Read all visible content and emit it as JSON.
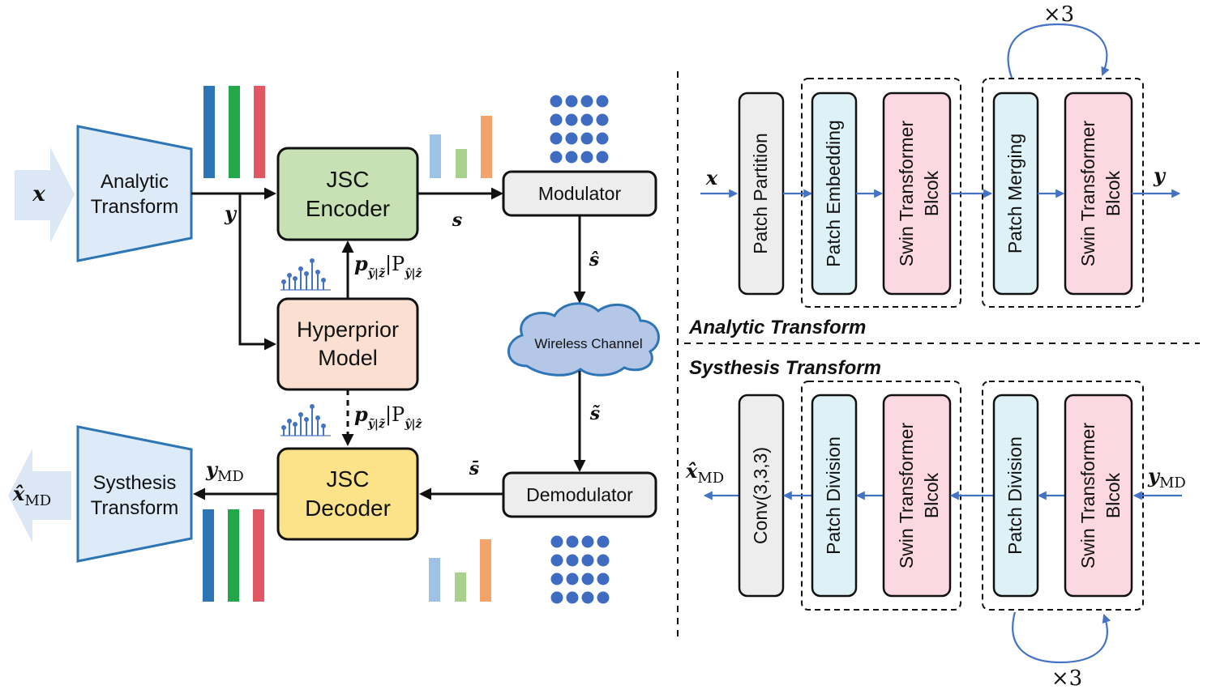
{
  "left": {
    "input_symbol": "x",
    "analytic_transform": [
      "Analytic",
      "Transform"
    ],
    "y_label": "y",
    "jsc_encoder": [
      "JSC",
      "Encoder"
    ],
    "s_label": "s",
    "modulator": "Modulator",
    "s_hat_label": "ŝ",
    "wireless_channel": "Wireless Channel",
    "s_tilde_label": "s̃",
    "demodulator": "Demodulator",
    "s_bar_label": "s̄",
    "jsc_decoder": [
      "JSC",
      "Decoder"
    ],
    "y_md_label": "y",
    "y_md_sub": "MD",
    "synthesis_transform": [
      "Systhesis",
      "Transform"
    ],
    "output_symbol": "x̂",
    "output_sub": "MD",
    "hyperprior_model": [
      "Hyperprior",
      "Model"
    ],
    "prob_label_upper": "p",
    "prob_label_lower": "p",
    "prob_sub": "ỹ|z̃",
    "prob_P": "|P",
    "prob_P_sub": "ŷ|ẑ"
  },
  "right": {
    "analytic_title": "Analytic Transform",
    "synthesis_title": "Systhesis Transform",
    "top": {
      "input": "x",
      "output": "y",
      "blocks": [
        "Patch Partition",
        "Patch Embedding",
        [
          "Swin Transformer",
          "Blcok"
        ],
        "Patch Merging",
        [
          "Swin Transformer",
          "Blcok"
        ]
      ],
      "repeat": "×3"
    },
    "bottom": {
      "input": "y",
      "input_sub": "MD",
      "output": "x̂",
      "output_sub": "MD",
      "blocks": [
        "Conv(3,3,3)",
        "Patch Division",
        [
          "Swin Transformer",
          "Blcok"
        ],
        "Patch Division",
        [
          "Swin Transformer",
          "Blcok"
        ]
      ],
      "repeat": "×3"
    }
  },
  "colors": {
    "arrow_blue": "#4472C4",
    "encoder_green": "#C7E1B4",
    "decoder_yellow": "#FCE38A",
    "hyperprior_peach": "#FBE0D2",
    "gray_block": "#EDEDED",
    "cyan_block": "#DDF1F6",
    "pink_block": "#FCD8E2",
    "transform_fill": "#DCEBF7",
    "cloud_fill": "#B4C7E7"
  }
}
